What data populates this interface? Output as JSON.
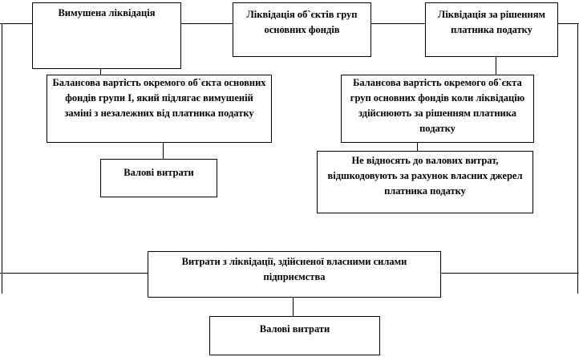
{
  "top": {
    "forced": "Вимушена ліквідація",
    "objects": "Ліквідація об`єктів груп основних фондів",
    "by_decision": "Ліквідація за рішенням платника податку"
  },
  "middle": {
    "left_value": "Балансова вартість окремого об`єкта основних фондів групи І, який підлягає вимушеній заміні з незалежних від платника податку",
    "right_value": "Балансова вартість окремого об`єкта груп основних фондів коли ліквідацію здійснюють за рішенням платника податку"
  },
  "results": {
    "gross_left": "Валові витрати",
    "not_gross": "Не відносять до валових витрат, відшкодовують за рахунок власних джерел платника податку"
  },
  "bottom": {
    "own_costs": "Витрати з ліквідації, здійсненої власними силами підприємства",
    "gross_bottom": "Валові витрати"
  }
}
